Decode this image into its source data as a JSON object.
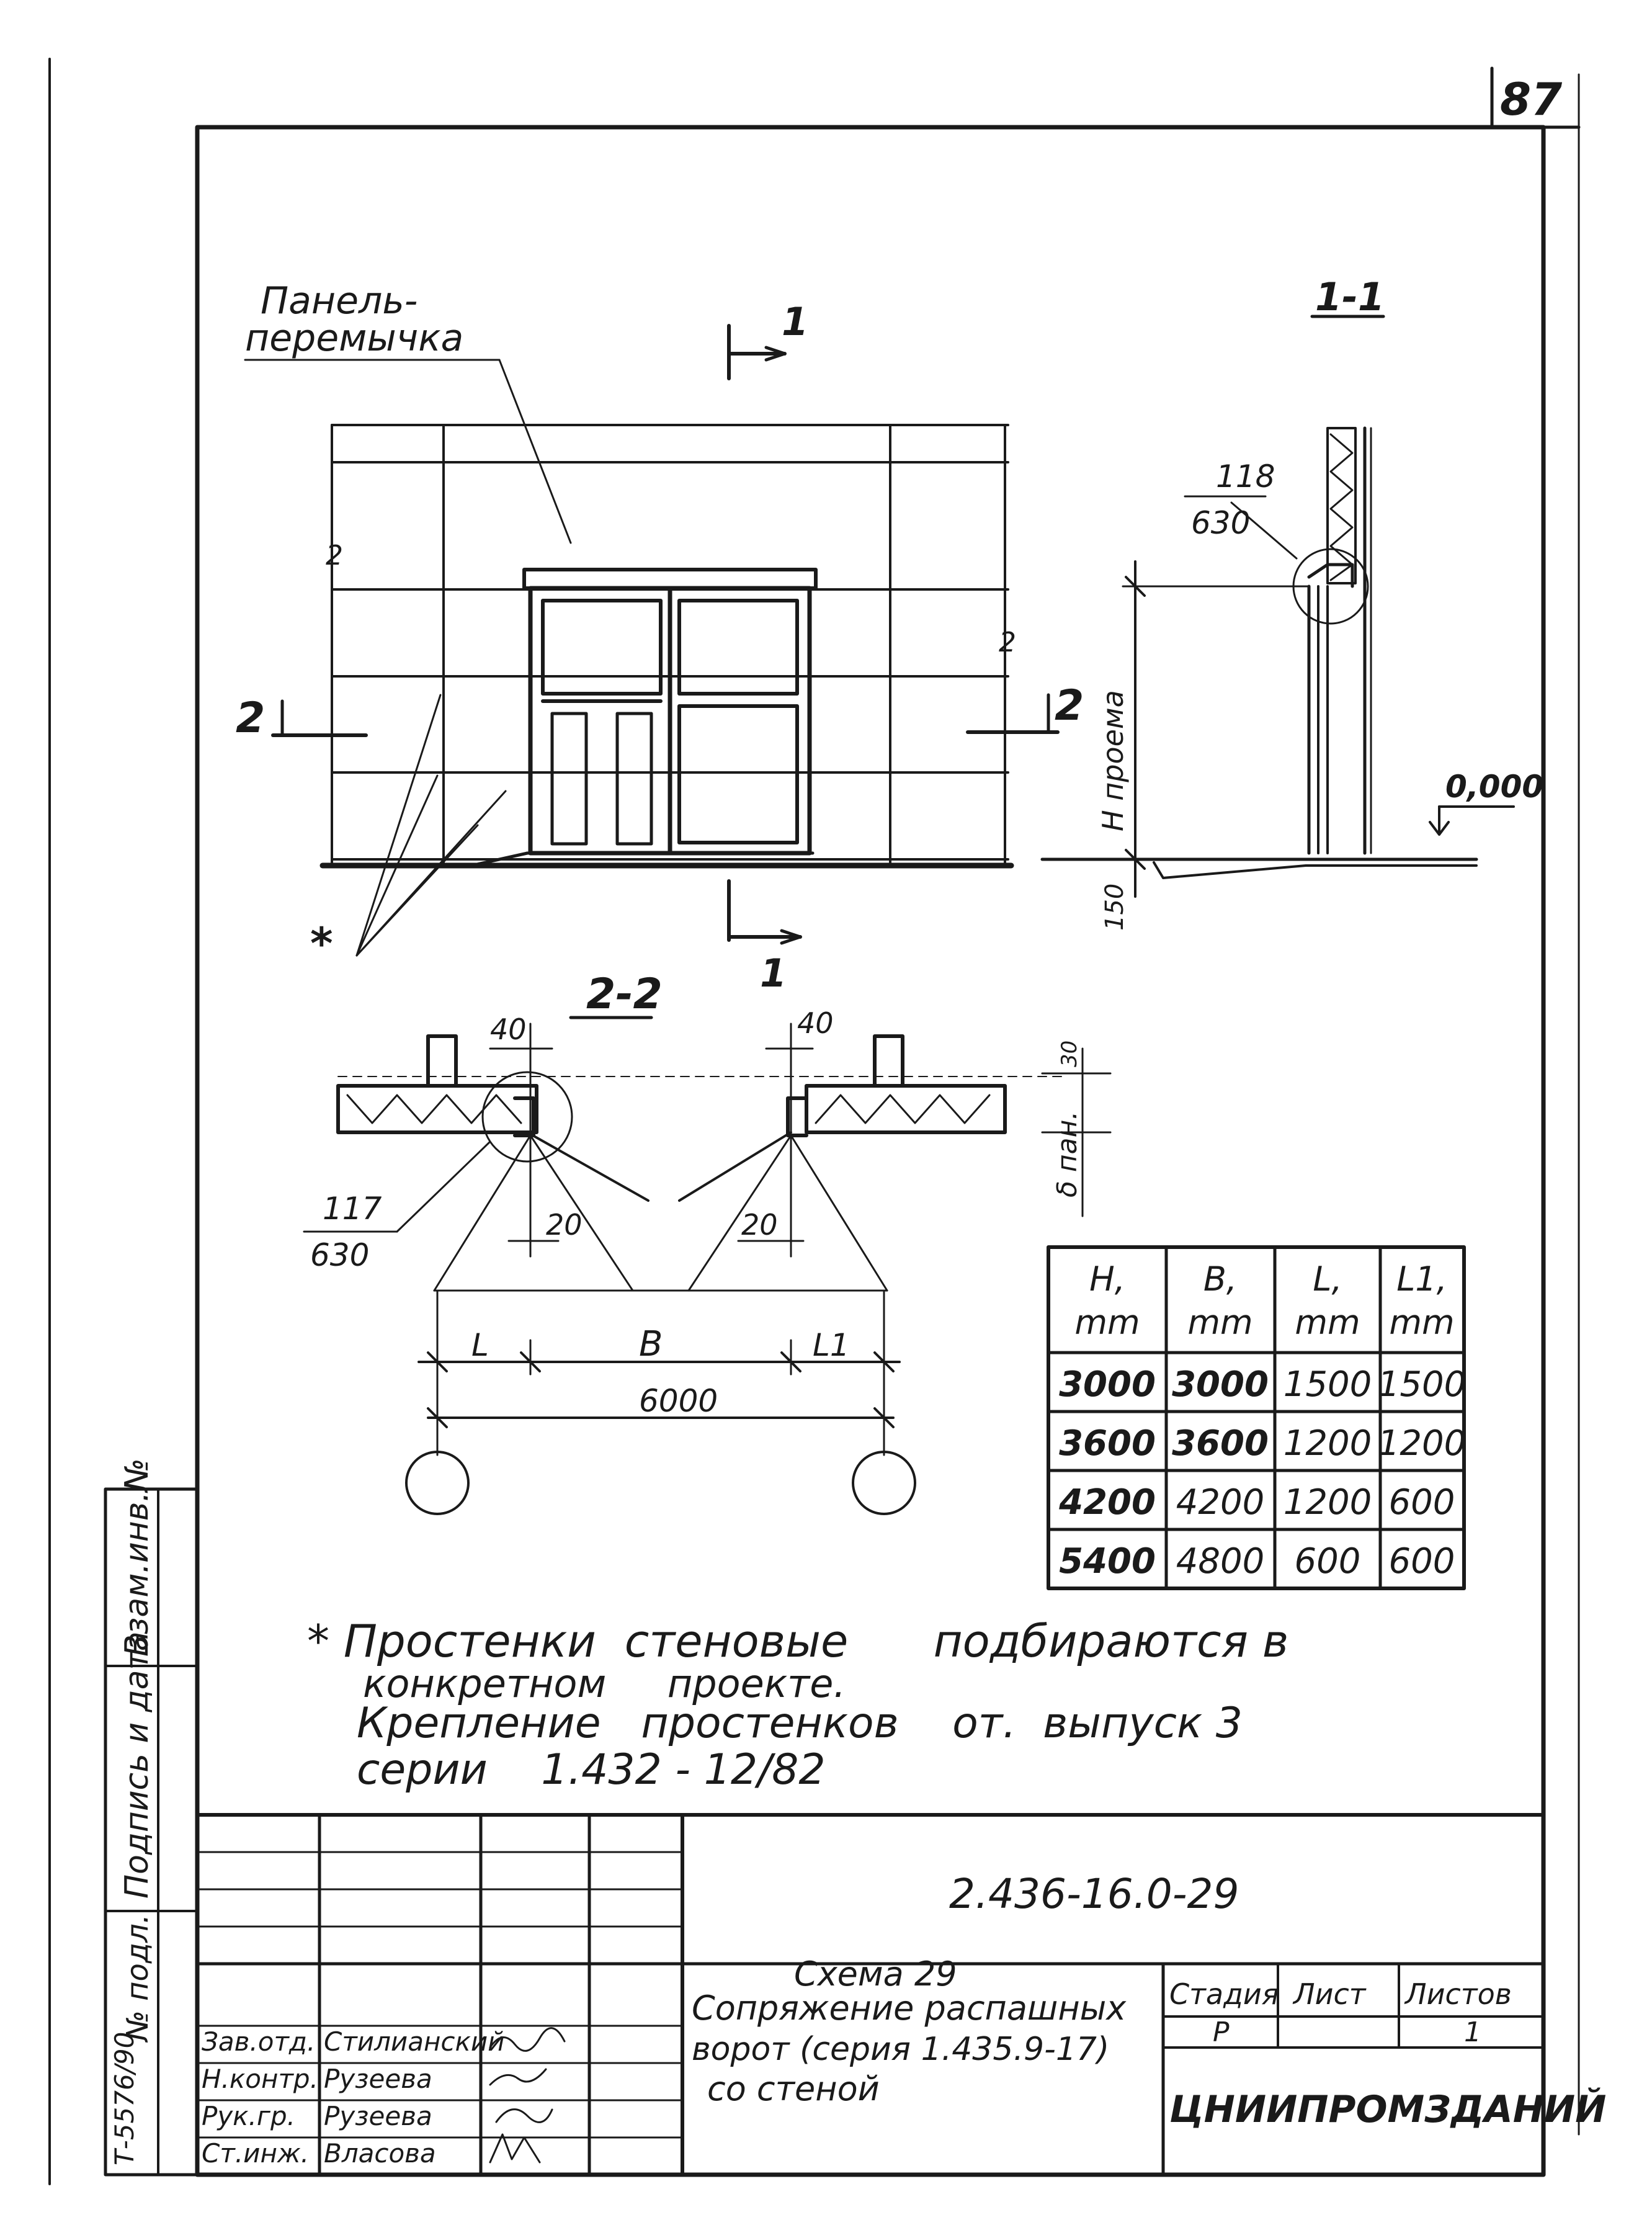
{
  "page_number": "87",
  "front_view": {
    "panel_label_line1": "Панель-",
    "panel_label_line2": "перемычка",
    "section_mark_top": "1",
    "section_mark_bottom": "1",
    "section_mark_left": "2",
    "section_mark_right": "2",
    "wall_label_left": "2",
    "wall_label_right": "2",
    "asterisk": "*"
  },
  "section_1_1": {
    "title": "1-1",
    "ref_top": "118",
    "ref_bottom": "630",
    "height_label": "H проема",
    "level": "0,000",
    "dim_150": "150"
  },
  "section_2_2": {
    "title": "2-2",
    "dim_40_left": "40",
    "dim_40_right": "40",
    "dim_20_left": "20",
    "dim_20_right": "20",
    "ref_top": "117",
    "ref_bottom": "630",
    "dim_l": "L",
    "dim_b": "B",
    "dim_l1": "L1",
    "dim_total": "6000",
    "wall_thickness": "δ пан.",
    "dim_vert": "30"
  },
  "table": {
    "headers": [
      "H,\nmm",
      "B,\nmm",
      "L,\nmm",
      "L1,\nmm"
    ],
    "rows": [
      [
        "3000",
        "3000",
        "1500",
        "1500"
      ],
      [
        "3600",
        "3600",
        "1200",
        "1200"
      ],
      [
        "4200",
        "4200",
        "1200",
        "600"
      ],
      [
        "5400",
        "4800",
        "600",
        "600"
      ]
    ]
  },
  "note": {
    "line1": "* Простенки  стеновые      подбираются в",
    "line2": "конкретном     проекте.",
    "line3": "Крепление   простенков    от.  выпуск 3",
    "line4": "серии    1.432 - 12/82"
  },
  "side_stamp": {
    "col1": "Взам.инв.№",
    "col2": "Подпись и дата",
    "col3": "№ подл.",
    "inventory": "Т-5576/90"
  },
  "title_block": {
    "document_code": "2.436-16.0-29",
    "title_line1": "Схема 29",
    "title_line2": "Сопряжение распашных",
    "title_line3": "ворот (серия 1.435.9-17)",
    "title_line4": "со стеной",
    "stage_header": "Стадия",
    "sheet_header": "Лист",
    "sheets_header": "Листов",
    "stage_value": "Р",
    "sheets_value": "1",
    "organization": "ЦНИИПРОМЗДАНИЙ",
    "signatures": [
      {
        "role": "Зав.отд.",
        "name": "Стилианский"
      },
      {
        "role": "Н.контр.",
        "name": "Рузеева"
      },
      {
        "role": "Рук.гр.",
        "name": "Рузеева"
      },
      {
        "role": "Ст.инж.",
        "name": "Власова"
      }
    ]
  }
}
